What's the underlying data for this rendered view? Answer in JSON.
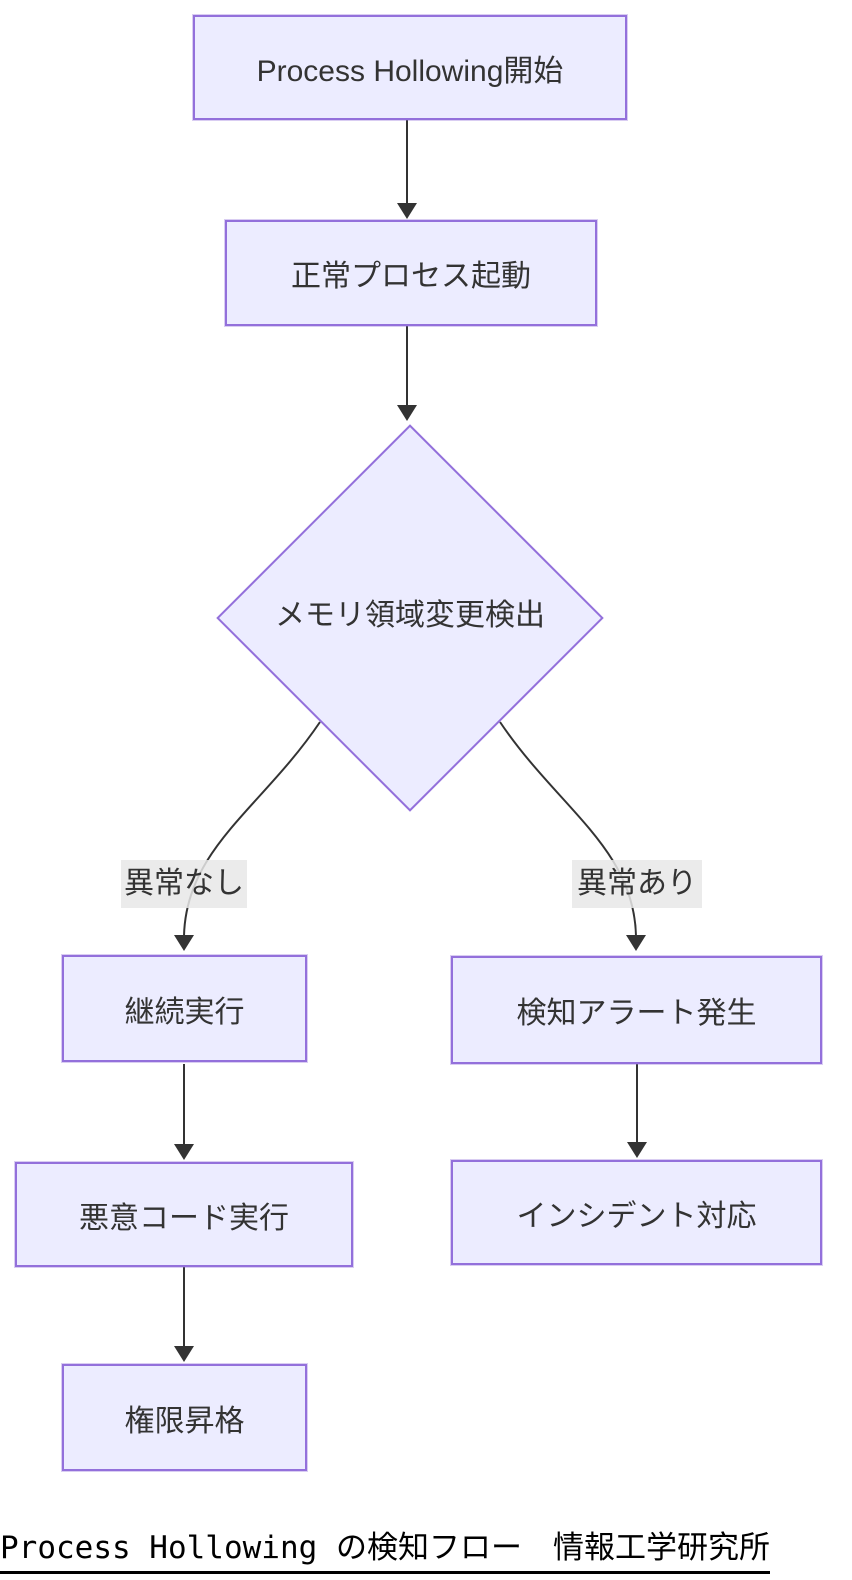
{
  "diagram": {
    "type": "flowchart",
    "background_color": "#ffffff",
    "node_fill_color": "#ececff",
    "node_border_color": "#9370db",
    "edge_color": "#333333",
    "edge_label_background": "#e8e8e8",
    "node_text_color": "#333333",
    "caption_color": "#000000",
    "nodes": {
      "start": "Process Hollowing開始",
      "launch": "正常プロセス起動",
      "decision": "メモリ領域変更検出",
      "continue": "継続実行",
      "alert": "検知アラート発生",
      "malicious": "悪意コード実行",
      "incident": "インシデント対応",
      "privilege": "権限昇格"
    },
    "edges": [
      {
        "from": "start",
        "to": "launch",
        "label": ""
      },
      {
        "from": "launch",
        "to": "decision",
        "label": ""
      },
      {
        "from": "decision",
        "to": "continue",
        "label": "異常なし"
      },
      {
        "from": "decision",
        "to": "alert",
        "label": "異常あり"
      },
      {
        "from": "continue",
        "to": "malicious",
        "label": ""
      },
      {
        "from": "alert",
        "to": "incident",
        "label": ""
      },
      {
        "from": "malicious",
        "to": "privilege",
        "label": ""
      }
    ],
    "caption": "Process Hollowing の検知フロー　情報工学研究所"
  }
}
